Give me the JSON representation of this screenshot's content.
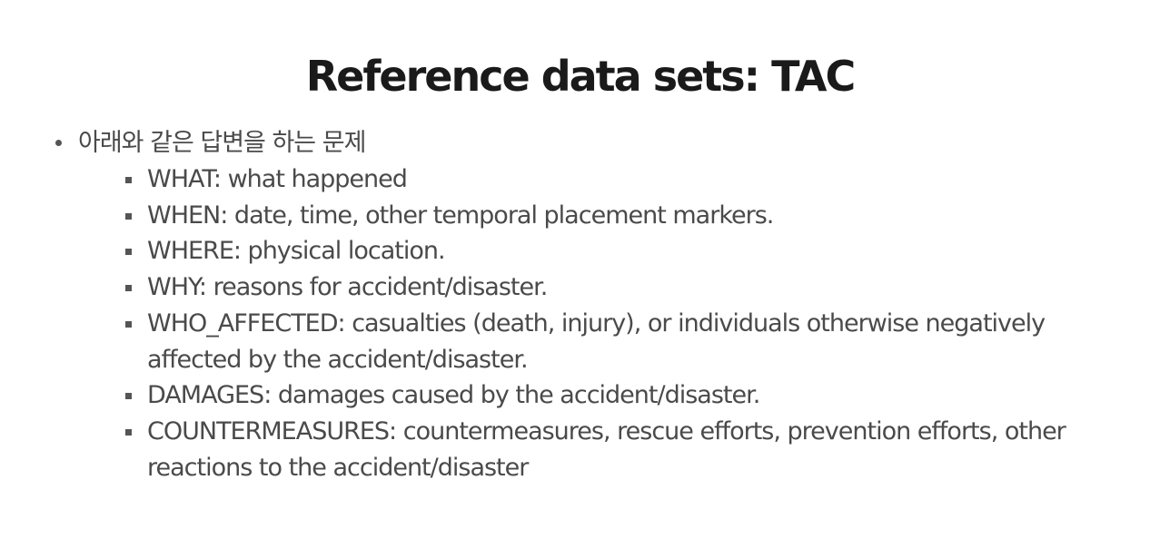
{
  "slide": {
    "title": "Reference data sets: TAC",
    "bullet": {
      "text": "아래와 같은 답변을 하는 문제",
      "items": [
        "WHAT: what happened",
        "WHEN: date, time, other temporal placement markers.",
        "WHERE: physical location.",
        "WHY: reasons for accident/disaster.",
        "WHO_AFFECTED: casualties (death, injury), or individuals otherwise negatively affected by the accident/disaster.",
        "DAMAGES: damages caused by the accident/disaster.",
        "COUNTERMEASURES: countermeasures, rescue efforts, prevention efforts, other reactions to the accident/disaster"
      ]
    }
  }
}
